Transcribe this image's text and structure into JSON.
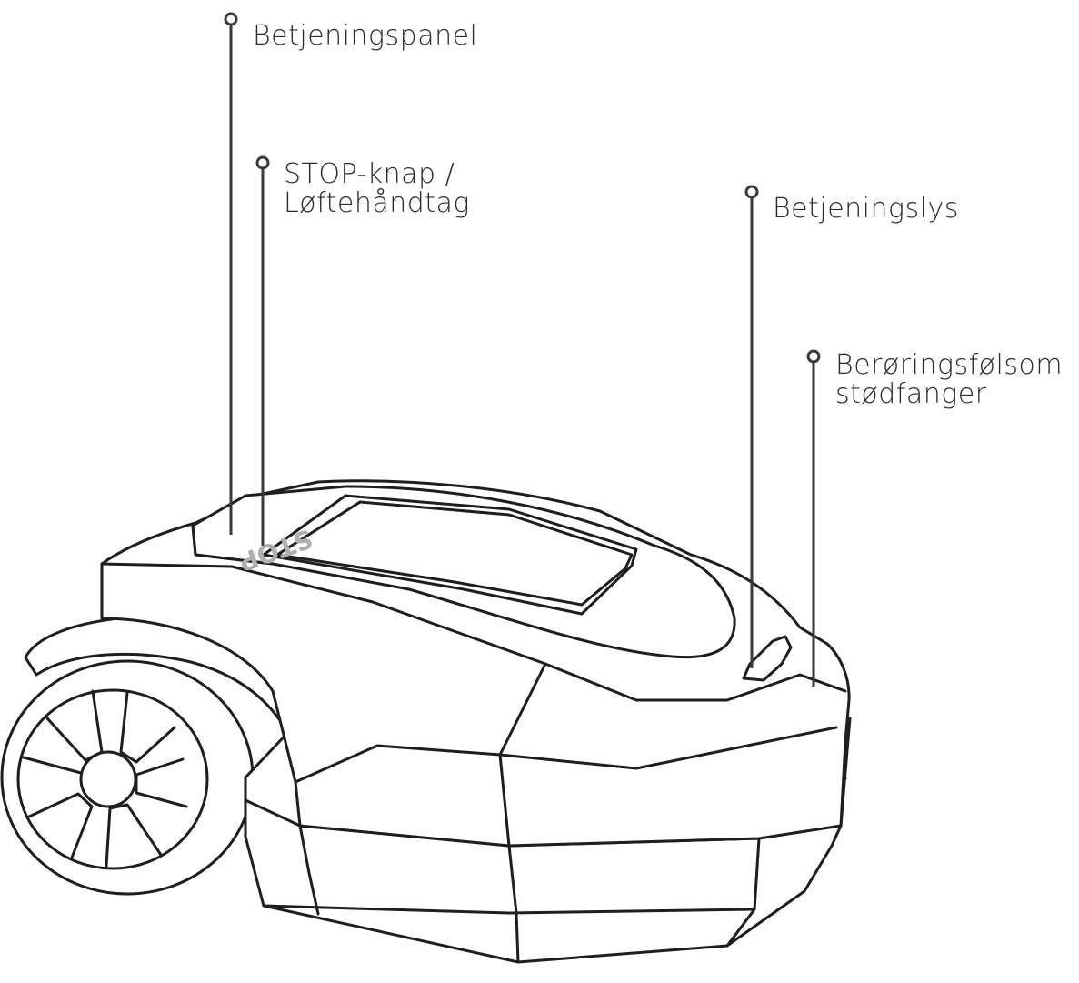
{
  "labels": {
    "control_panel": "Betjeningspanel",
    "stop_button_line1": "STOP-knap /",
    "stop_button_line2": "Løftehåndtag",
    "control_light": "Betjeningslys",
    "bumper_line1": "Berøringsfølsom",
    "bumper_line2": "stødfanger"
  },
  "device": {
    "stop_marking": "STOP"
  },
  "colors": {
    "outline": "#1e1e1e",
    "leader": "#3a3a3a",
    "stop_marking": "#b0b0b0"
  }
}
